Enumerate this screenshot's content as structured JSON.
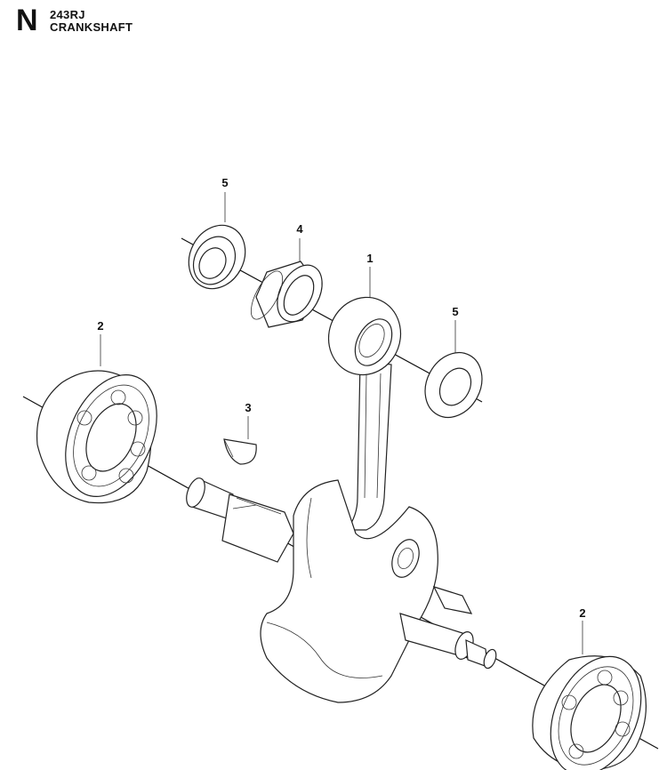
{
  "header": {
    "section_letter": "N",
    "model": "243RJ",
    "title": "CRANKSHAFT"
  },
  "callouts": [
    {
      "id": "callout-5-top",
      "label": "5"
    },
    {
      "id": "callout-4",
      "label": "4"
    },
    {
      "id": "callout-1",
      "label": "1"
    },
    {
      "id": "callout-5-right",
      "label": "5"
    },
    {
      "id": "callout-2-left",
      "label": "2"
    },
    {
      "id": "callout-3",
      "label": "3"
    },
    {
      "id": "callout-2-right",
      "label": "2"
    }
  ]
}
